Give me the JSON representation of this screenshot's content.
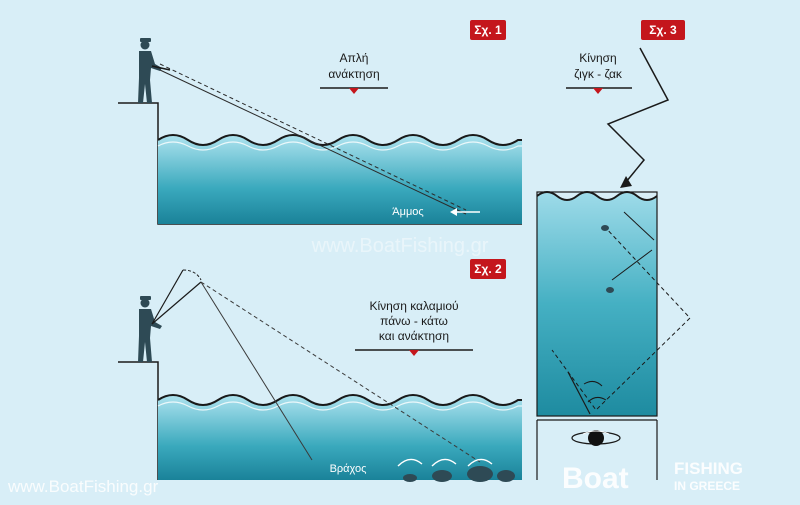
{
  "figures": [
    {
      "badge": "Σχ. 1",
      "caption_lines": [
        "Απλή",
        "ανάκτηση"
      ],
      "bottom_label": "Άμμος"
    },
    {
      "badge": "Σχ. 2",
      "caption_lines": [
        "Κίνηση καλαμιού",
        "πάνω - κάτω",
        "και ανάκτηση"
      ],
      "bottom_label": "Βράχος"
    },
    {
      "badge": "Σχ. 3",
      "caption_lines": [
        "Κίνηση",
        "ζιγκ - ζακ"
      ]
    }
  ],
  "watermark_center": "www.BoatFishing.gr",
  "watermark_bottom_left": "www.BoatFishing.gr",
  "logo": {
    "main": "Boat",
    "right_top": "FISHING",
    "right_bottom": "IN GREECE"
  },
  "colors": {
    "background": "#d8eef7",
    "water_top": "#aee3ef",
    "water_bottom": "#1f8ea3",
    "silhouette": "#2e4a55",
    "badge": "#c4161c"
  }
}
